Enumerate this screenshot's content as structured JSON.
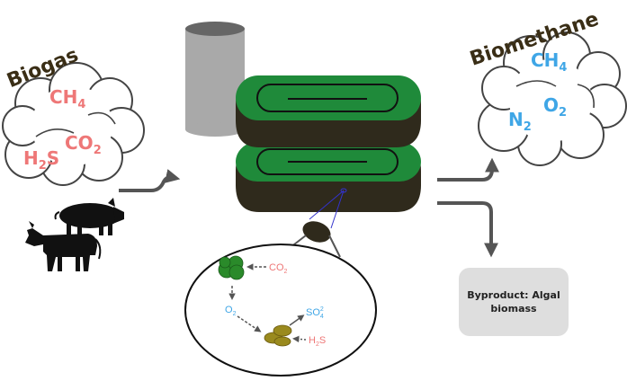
{
  "colors": {
    "biogas_text": "#ee7777",
    "biomethane_text": "#3fa6e6",
    "reactor_green": "#1f8a3a",
    "reactor_dark": "#2f2a1c",
    "tank_gray": "#a9a9a9",
    "algae_green": "#2a8a2a",
    "bacteria_olive": "#9a8a1e",
    "arrow_gray": "#555555",
    "label_dark": "#3a2e16"
  },
  "biogas": {
    "title": "Biogas",
    "ch4": {
      "main": "CH",
      "sub": "4"
    },
    "co2": {
      "main": "CO",
      "sub": "2"
    },
    "h2s": {
      "main": "H",
      "sub": "2",
      "tail": "S"
    }
  },
  "biomethane": {
    "title": "Biomethane",
    "ch4": {
      "main": "CH",
      "sub": "4"
    },
    "n2": {
      "main": "N",
      "sub": "2"
    },
    "o2": {
      "main": "O",
      "sub": "2"
    }
  },
  "inset": {
    "co2": {
      "main": "CO",
      "sub": "2"
    },
    "o2": {
      "main": "O",
      "sub": "2"
    },
    "so4": {
      "main": "SO",
      "sub": "4",
      "sup": "2"
    },
    "h2s": {
      "main": "H",
      "sub": "2",
      "tail": "S"
    }
  },
  "byproduct": {
    "label": "Byproduct: Algal biomass"
  },
  "icons": [
    "pig-icon",
    "cow-icon",
    "gas-tank-icon",
    "photobioreactor-icon",
    "algae-cell-icon",
    "bacteria-cell-icon"
  ]
}
